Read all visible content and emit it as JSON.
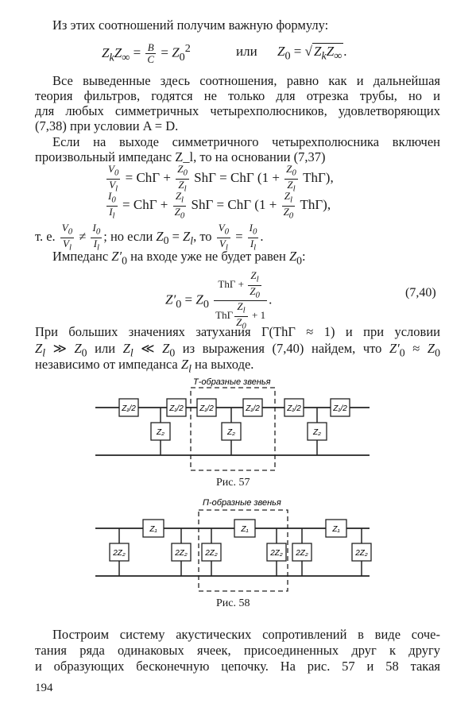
{
  "text": {
    "line01": "Из этих соотношений получим важную формулу:",
    "eq1_left": "Z_k Z_∞ = B/C = Z₀²",
    "eq1_or": "или",
    "eq1_right": "Z₀ = √(Z_k Z_∞).",
    "para1": [
      "Все выведенные здесь соотношения, равно как и дальнейшая",
      "теория фильтров, годятся не только для отрезка трубы, но и",
      "для любых симметричных четырехполюсников, удовлетворяющих",
      "(7,38) при условии A = D."
    ],
    "para2": [
      "Если на выходе симметричного четырехполюсника включен",
      "произвольный импеданс Z_l, то на основании (7,37)"
    ],
    "eq2a": "V₀/V_l = ChΓ + (Z₀/Z_l) ShΓ = ChΓ (1 + (Z₀/Z_l) ThΓ),",
    "eq2b": "I₀/I_l = ChΓ + (Z_l/Z₀) ShΓ = ChΓ (1 + (Z_l/Z₀) ThΓ),",
    "line_te": "т. е. V₀/V_l ≠ I₀/I_l; но если Z₀ = Z_l, то V₀/V_l = I₀/I_l.",
    "line_imp": "Импеданс Z′₀ на входе уже не будет равен Z₀:",
    "eq3": "Z′₀ = Z₀ (ThΓ + Z_l/Z₀) / (ThΓ·Z_l/Z₀ + 1).",
    "eq3_num": "(7,40)",
    "para3": [
      "При больших значениях затухания Γ(ThΓ ≈ 1) и при условии",
      "Z_l ≫ Z₀ или Z_l ≪ Z₀ из выражения (7,40) найдем, что Z′₀ ≈ Z₀",
      "независимо от импеданса Z_l на выходе."
    ],
    "fig57_title": "Т-образные звенья",
    "fig57_caption": "Рис. 57",
    "fig58_title": "П-образные звенья",
    "fig58_caption": "Рис. 58",
    "para4": [
      "Построим систему акустических сопротивлений в виде соче-",
      "тания ряда одинаковых ячеек, присоединенных друг к другу",
      "и образующих бесконечную цепочку. На рис. 57 и 58 такая"
    ],
    "page_number": "194"
  },
  "labels": {
    "z1_2": "Z₁/2",
    "z2": "Z₂",
    "z1": "Z₁",
    "zz2": "2Z₂"
  }
}
